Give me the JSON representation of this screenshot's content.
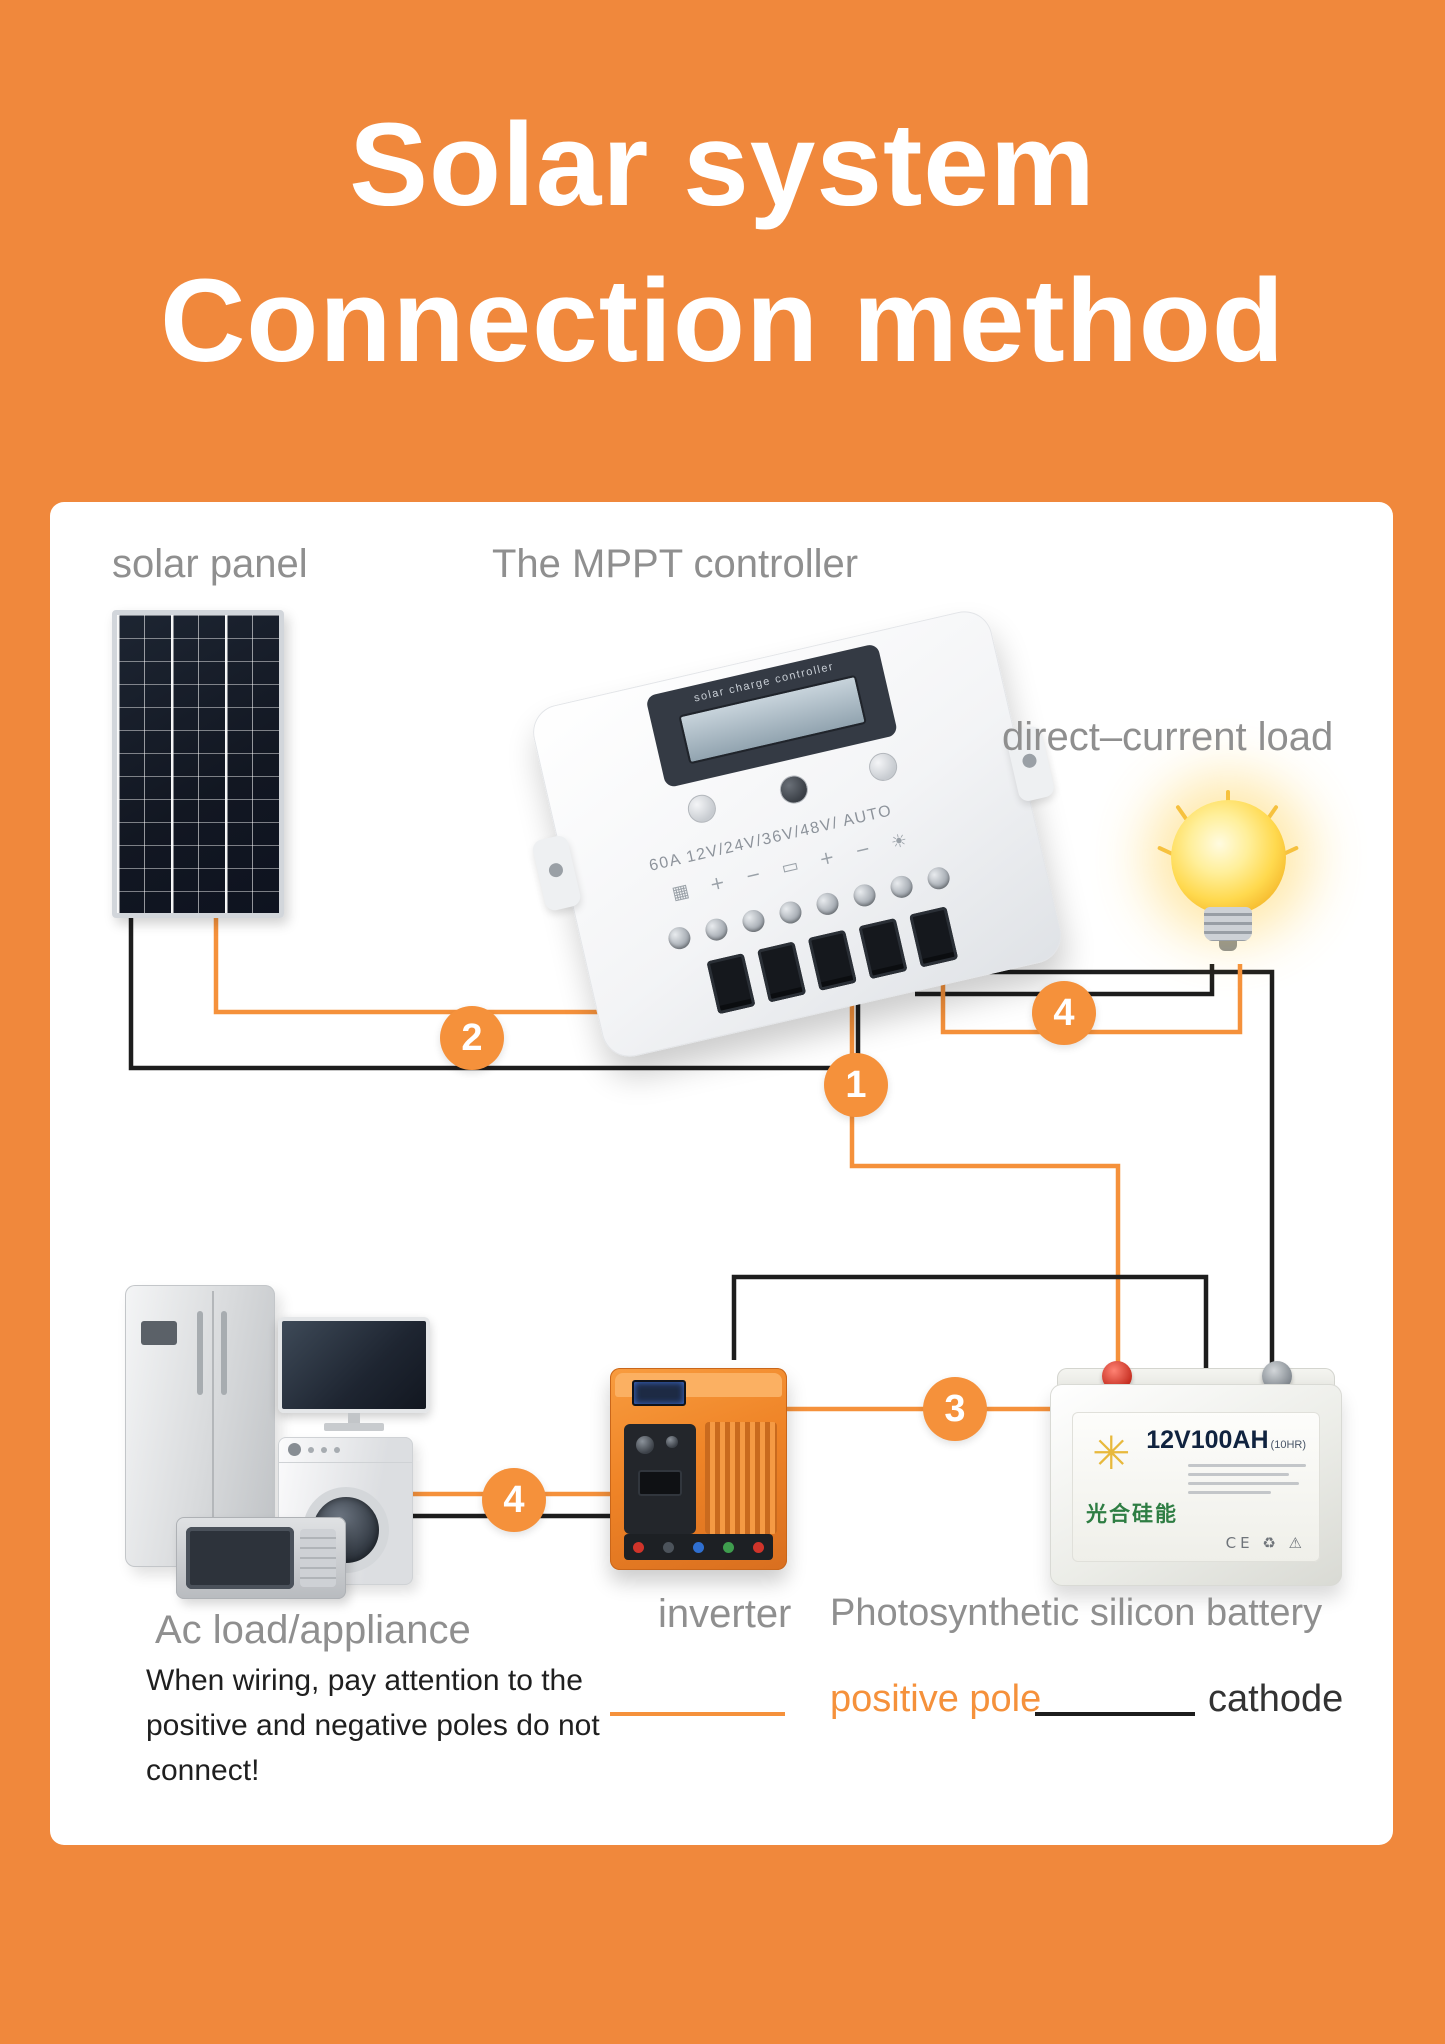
{
  "poster": {
    "background_color": "#F0883C",
    "title_line1": "Solar system",
    "title_line2": "Connection method"
  },
  "labels": {
    "solar_panel": "solar panel",
    "mppt_controller": "The MPPT controller",
    "dc_load": "direct–current load",
    "ac_load": "Ac load/appliance",
    "inverter": "inverter",
    "battery": "Photosynthetic silicon battery"
  },
  "badges": {
    "step1": "1",
    "step2": "2",
    "step3": "3",
    "step4_top": "4",
    "step4_bottom": "4"
  },
  "controller": {
    "screen_text": "solar charge controller",
    "model_text": "60A 12V/24V/36V/48V/ AUTO",
    "icons": "▦ + − ▭ + − ☀"
  },
  "battery": {
    "model": "12V100AH",
    "model_suffix": "(10HR)",
    "brand": "光合硅能",
    "logo_glyph": "✳",
    "cert_icons": "CE ♻ ⚠"
  },
  "note": {
    "lines": [
      "When wiring, pay attention to the",
      "positive and negative poles do not",
      "connect!"
    ]
  },
  "legend": {
    "positive_label": "positive pole",
    "negative_label": "cathode"
  },
  "wires": {
    "positive_color": "#F5913B",
    "negative_color": "#1D1D1D"
  }
}
